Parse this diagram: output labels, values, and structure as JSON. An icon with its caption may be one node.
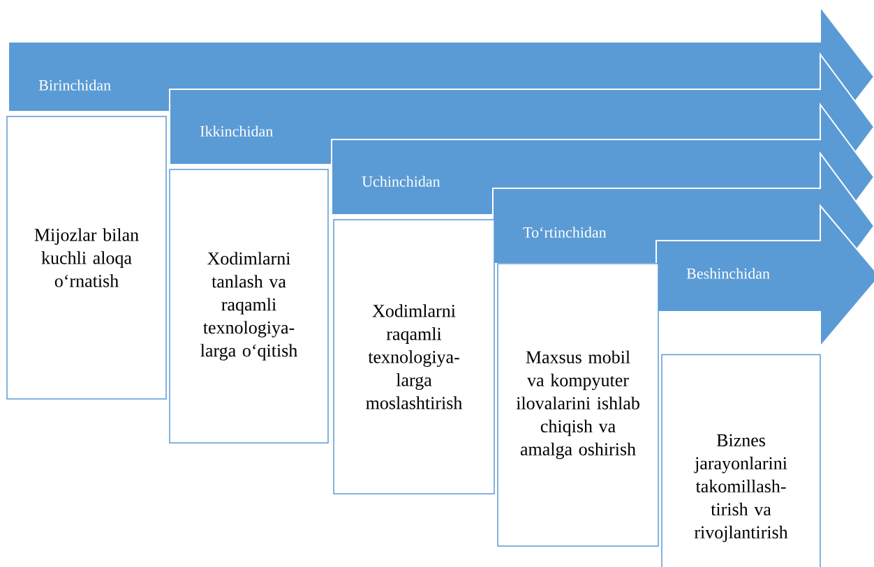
{
  "diagram": {
    "nodes": [
      {
        "text": [
          "Birinchidan"
        ]
      },
      {
        "text": [
          "Mijozlar bilan kuchli aloqa o‘rnatish"
        ]
      },
      {
        "text": [
          "Ikkinchidan"
        ]
      },
      {
        "text": [
          "Xodimlarni tanlash va raqamli texnologiya-larga o‘qitish"
        ]
      },
      {
        "text": [
          "Uchinchidan"
        ]
      },
      {
        "text": [
          "Xodimlarni raqamli texnologiya-larga moslashtirish"
        ]
      },
      {
        "text": [
          "To‘rtinchidan"
        ]
      },
      {
        "text": [
          "Maxsus mobil va kompyuter ilovalarini ishlab chiqish va amalga oshirish"
        ]
      },
      {
        "text": [
          "Beshinchidan"
        ]
      },
      {
        "text": [
          "Biznes jarayonlarini takomillash-tirish va rivojlantirish"
        ]
      }
    ]
  }
}
